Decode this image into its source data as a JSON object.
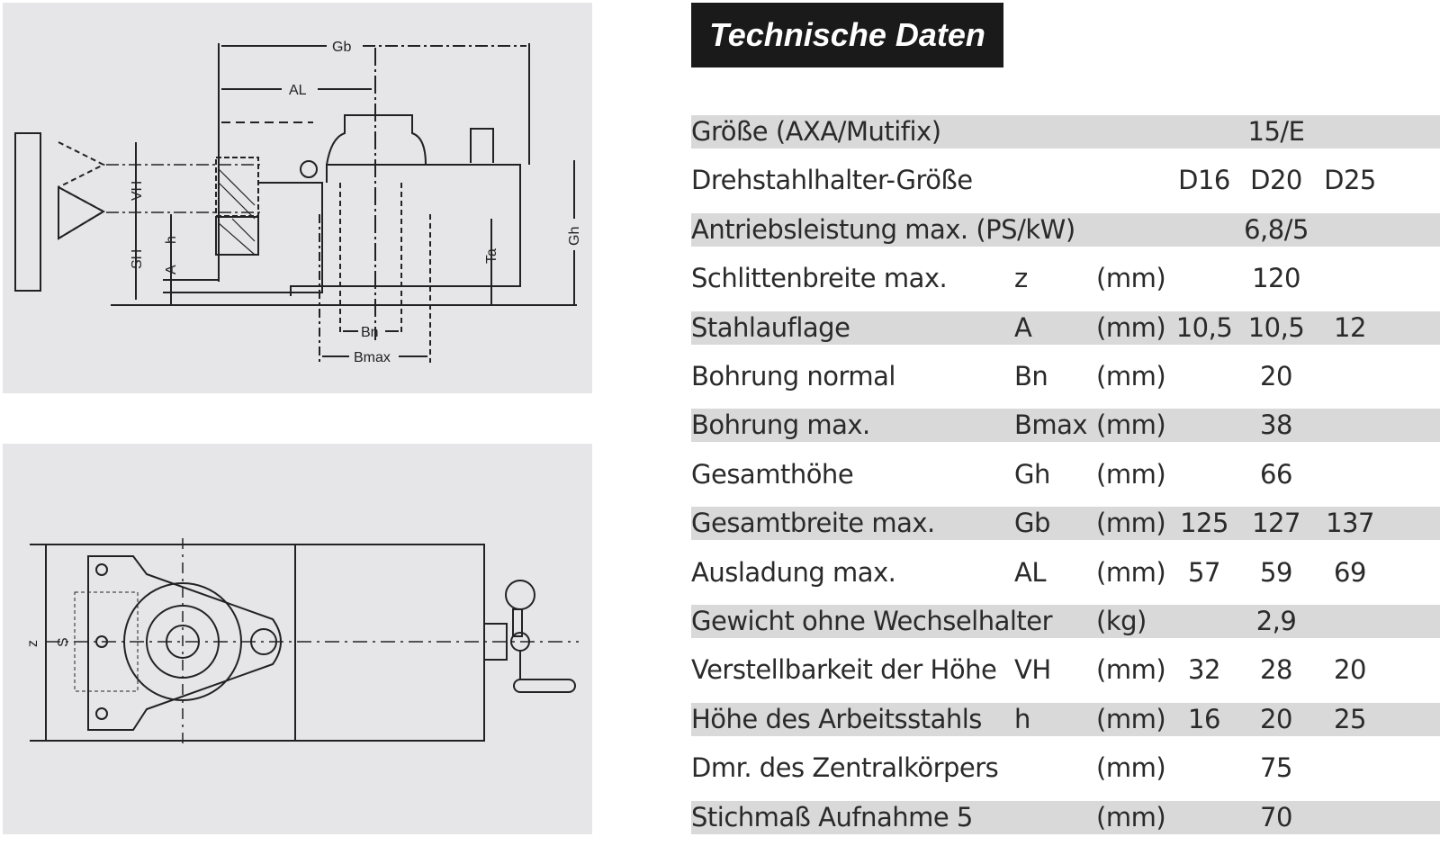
{
  "title": "Technische Daten",
  "diagram_side": {
    "labels": [
      "Gb",
      "AL",
      "VH",
      "SH",
      "h",
      "A",
      "Ta",
      "Gh",
      "Bn",
      "Bmax"
    ]
  },
  "diagram_top": {
    "labels": [
      "z",
      "S"
    ]
  },
  "rows": [
    {
      "label": "Größe (AXA/Mutifix)",
      "symbol": "",
      "unit": "",
      "values": [
        "15/E"
      ]
    },
    {
      "label": "Drehstahlhalter-Größe",
      "symbol": "",
      "unit": "",
      "values": [
        "D16",
        "D20",
        "D25"
      ]
    },
    {
      "label": "Antriebsleistung max. (PS/kW)",
      "symbol": "",
      "unit": "",
      "values": [
        "6,8/5"
      ]
    },
    {
      "label": "Schlittenbreite max.",
      "symbol": "z",
      "unit": "(mm)",
      "values": [
        "120"
      ]
    },
    {
      "label": "Stahlauflage",
      "symbol": "A",
      "unit": "(mm)",
      "values": [
        "10,5",
        "10,5",
        "12"
      ]
    },
    {
      "label": "Bohrung normal",
      "symbol": "Bn",
      "unit": "(mm)",
      "values": [
        "20"
      ]
    },
    {
      "label": "Bohrung max.",
      "symbol": "Bmax",
      "unit": "(mm)",
      "values": [
        "38"
      ]
    },
    {
      "label": "Gesamthöhe",
      "symbol": "Gh",
      "unit": "(mm)",
      "values": [
        "66"
      ]
    },
    {
      "label": "Gesamtbreite max.",
      "symbol": "Gb",
      "unit": "(mm)",
      "values": [
        "125",
        "127",
        "137"
      ]
    },
    {
      "label": "Ausladung max.",
      "symbol": "AL",
      "unit": "(mm)",
      "values": [
        "57",
        "59",
        "69"
      ]
    },
    {
      "label": "Gewicht ohne Wechselhalter",
      "symbol": "",
      "unit": "(kg)",
      "values": [
        "2,9"
      ]
    },
    {
      "label": "Verstellbarkeit der Höhe",
      "symbol": "VH",
      "unit": "(mm)",
      "values": [
        "32",
        "28",
        "20"
      ]
    },
    {
      "label": "Höhe des Arbeitsstahls",
      "symbol": "h",
      "unit": "(mm)",
      "values": [
        "16",
        "20",
        "25"
      ]
    },
    {
      "label": "Dmr. des Zentralkörpers",
      "symbol": "",
      "unit": "(mm)",
      "values": [
        "75"
      ]
    },
    {
      "label": "Stichmaß Aufnahme 5",
      "symbol": "",
      "unit": "(mm)",
      "values": [
        "70"
      ]
    }
  ]
}
